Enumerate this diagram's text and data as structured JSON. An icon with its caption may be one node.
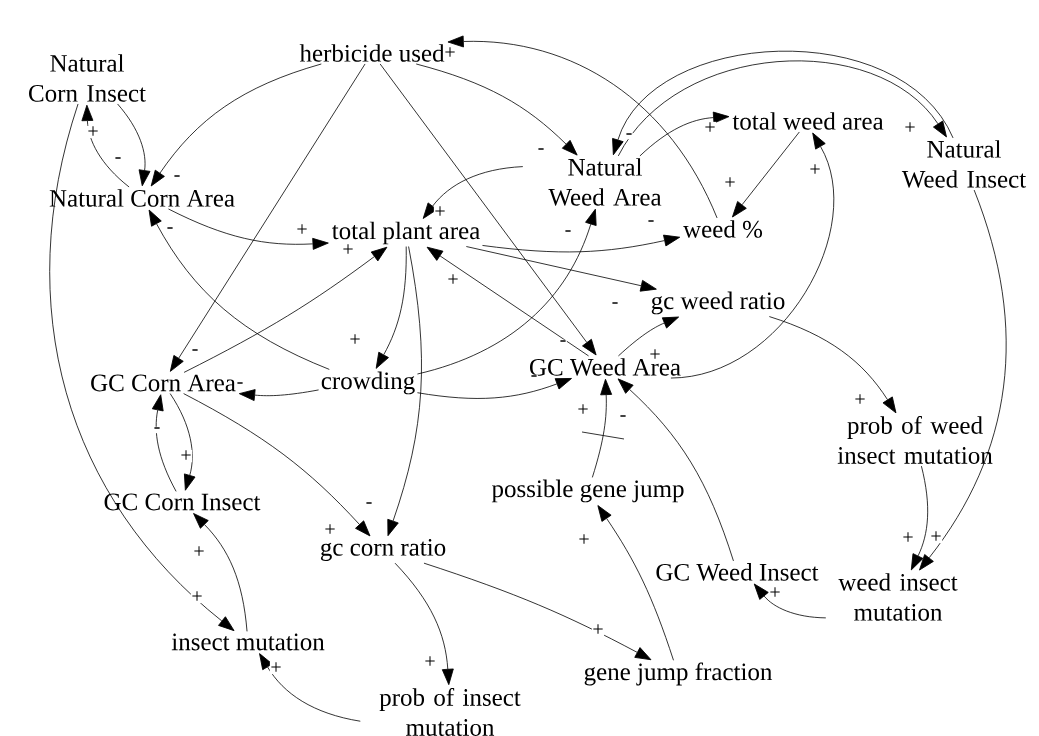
{
  "diagram": {
    "nodes": [
      {
        "text": [
          "herbicide used"
        ]
      },
      {
        "text": [
          "Natural Corn Insect"
        ]
      },
      {
        "text": [
          "Natural Corn Area"
        ]
      },
      {
        "text": [
          "Natural Weed Area"
        ]
      },
      {
        "text": [
          "total weed area"
        ]
      },
      {
        "text": [
          "Natural Weed Insect"
        ]
      },
      {
        "text": [
          "total plant area"
        ]
      },
      {
        "text": [
          "weed %"
        ]
      },
      {
        "text": [
          "gc weed ratio"
        ]
      },
      {
        "text": [
          "GC Corn Area"
        ]
      },
      {
        "text": [
          "crowding"
        ]
      },
      {
        "text": [
          "GC Weed Area"
        ]
      },
      {
        "text": [
          "prob of weed insect mutation"
        ]
      },
      {
        "text": [
          "GC Corn Insect"
        ]
      },
      {
        "text": [
          "possible gene jump"
        ]
      },
      {
        "text": [
          "gc corn ratio"
        ]
      },
      {
        "text": [
          "GC Weed Insect"
        ]
      },
      {
        "text": [
          "weed insect mutation"
        ]
      },
      {
        "text": [
          "insect mutation"
        ]
      },
      {
        "text": [
          "gene jump fraction"
        ]
      },
      {
        "text": [
          "prob of insect mutation"
        ]
      }
    ],
    "edges": [
      {
        "from": 0,
        "to": 2,
        "arrow": "to",
        "label": "-"
      },
      {
        "from": 0,
        "to": 9,
        "arrow": "to",
        "label": "-"
      },
      {
        "from": 0,
        "to": 11,
        "arrow": "to",
        "label": "-"
      },
      {
        "from": 0,
        "to": 3,
        "arrow": "to",
        "label": "-"
      },
      {
        "from": 7,
        "to": 0,
        "arrow": "to",
        "label": "+"
      },
      {
        "from": 1,
        "to": 2,
        "arrow": "to",
        "label": "-"
      },
      {
        "from": 2,
        "to": 1,
        "arrow": "to",
        "label": "+"
      },
      {
        "from": 1,
        "to": 18,
        "arrow": "to",
        "label": "+"
      },
      {
        "from": 2,
        "to": 6,
        "arrow": "to",
        "label": "+"
      },
      {
        "from": 10,
        "to": 2,
        "arrow": "to",
        "label": "-"
      },
      {
        "from": 9,
        "to": 6,
        "arrow": "to",
        "label": "+"
      },
      {
        "from": 11,
        "to": 6,
        "arrow": "to",
        "label": "+"
      },
      {
        "from": 3,
        "to": 6,
        "arrow": "to",
        "label": "+"
      },
      {
        "from": 6,
        "to": 10,
        "arrow": "to",
        "label": "+"
      },
      {
        "from": 6,
        "to": 15,
        "arrow": "to",
        "label": "-"
      },
      {
        "from": 6,
        "to": 7,
        "arrow": "to",
        "label": "-"
      },
      {
        "from": 6,
        "to": 8,
        "arrow": "to",
        "label": "-"
      },
      {
        "from": 10,
        "to": 9,
        "arrow": "to",
        "label": "-"
      },
      {
        "from": 10,
        "to": 3,
        "arrow": "to",
        "label": "-"
      },
      {
        "from": 10,
        "to": 11,
        "arrow": "to",
        "label": "-"
      },
      {
        "from": 3,
        "to": 4,
        "arrow": "to",
        "label": "+"
      },
      {
        "from": 3,
        "to": 5,
        "arrow": "to",
        "label": "+"
      },
      {
        "from": 5,
        "to": 3,
        "arrow": "to",
        "label": "-"
      },
      {
        "from": 4,
        "to": 7,
        "arrow": "to",
        "label": "+"
      },
      {
        "from": 11,
        "to": 4,
        "arrow": "to",
        "label": "+"
      },
      {
        "from": 11,
        "to": 8,
        "arrow": "to",
        "label": "+"
      },
      {
        "from": 8,
        "to": 12,
        "arrow": "to",
        "label": "+"
      },
      {
        "from": 12,
        "to": 17,
        "arrow": "to",
        "label": "+"
      },
      {
        "from": 5,
        "to": 17,
        "arrow": "to",
        "label": "+"
      },
      {
        "from": 17,
        "to": 16,
        "arrow": "to",
        "label": "+"
      },
      {
        "from": 16,
        "to": 11,
        "arrow": "to",
        "label": "-"
      },
      {
        "from": 14,
        "to": 11,
        "arrow": "to",
        "label": "+"
      },
      {
        "from": 19,
        "to": 14,
        "arrow": "to",
        "label": "+"
      },
      {
        "from": 15,
        "to": 19,
        "arrow": "to",
        "label": "+"
      },
      {
        "from": 15,
        "to": 20,
        "arrow": "to",
        "label": "+"
      },
      {
        "from": 20,
        "to": 18,
        "arrow": "to",
        "label": "+"
      },
      {
        "from": 18,
        "to": 13,
        "arrow": "to",
        "label": "+"
      },
      {
        "from": 13,
        "to": 9,
        "arrow": "to",
        "label": "-"
      },
      {
        "from": 9,
        "to": 13,
        "arrow": "to",
        "label": "+"
      },
      {
        "from": 9,
        "to": 15,
        "arrow": "to",
        "label": "+"
      }
    ]
  }
}
